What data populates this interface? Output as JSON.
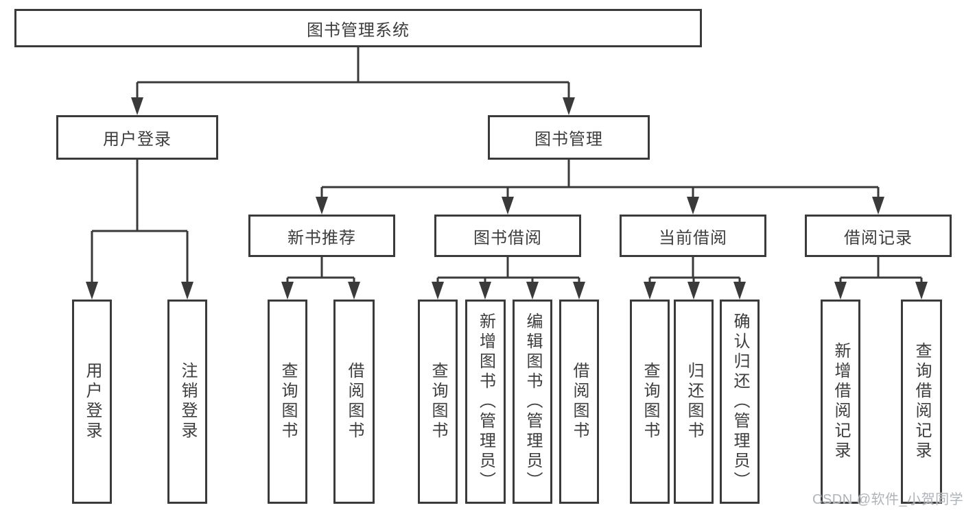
{
  "nodes": {
    "root": "图书管理系统",
    "user_login": "用户登录",
    "book_mgmt": "图书管理",
    "new_books": "新书推荐",
    "book_borrow": "图书借阅",
    "current_borrow": "当前借阅",
    "borrow_records": "借阅记录",
    "leaves": {
      "user_login": [
        "用户登录",
        "注销登录"
      ],
      "new_books": [
        "查询图书",
        "借阅图书"
      ],
      "book_borrow": [
        "查询图书",
        "新增图书（管理员）",
        "编辑图书（管理员）",
        "借阅图书"
      ],
      "current_borrow": [
        "查询图书",
        "归还图书",
        "确认归还（管理员）"
      ],
      "borrow_records": [
        "新增借阅记录",
        "查询借阅记录"
      ]
    }
  },
  "watermark": "CSDN @软件_小贺同学",
  "colors": {
    "line": "#3a3a3a",
    "text": "#3d3d3d",
    "background": "#ffffff",
    "watermark": "#aeb4b9"
  }
}
